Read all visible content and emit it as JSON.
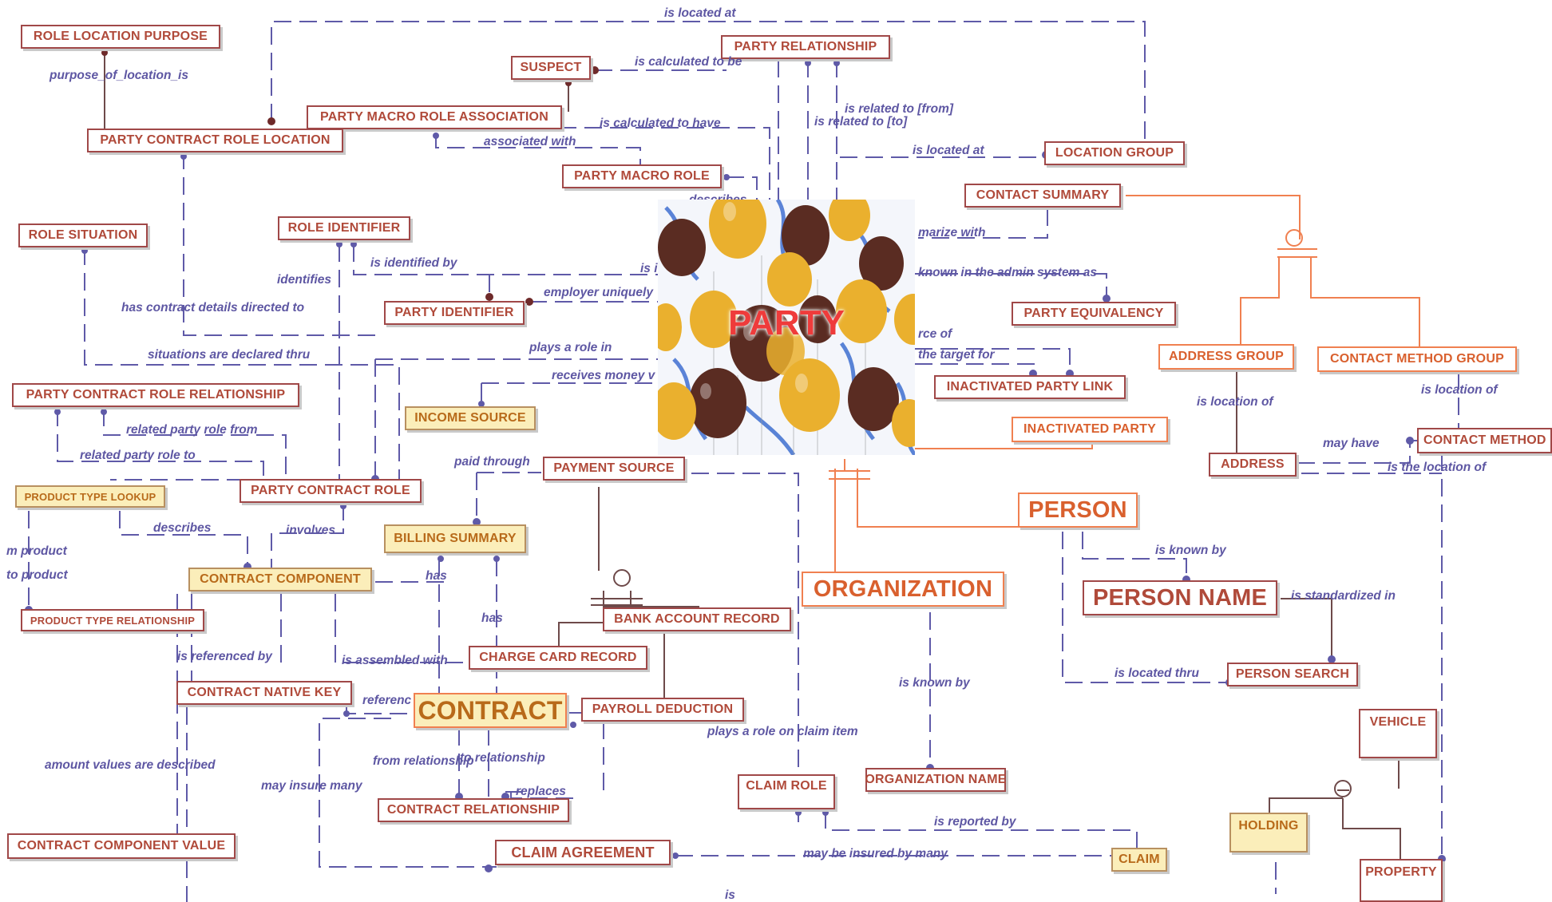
{
  "diagram": {
    "center_title": "PARTY",
    "entities": {
      "role_location_purpose": "ROLE LOCATION PURPOSE",
      "suspect": "SUSPECT",
      "party_relationship": "PARTY RELATIONSHIP",
      "party_macro_role_association": "PARTY MACRO ROLE ASSOCIATION",
      "party_contract_role_location": "PARTY CONTRACT ROLE LOCATION",
      "location_group": "LOCATION GROUP",
      "party_macro_role": "PARTY MACRO ROLE",
      "contact_summary": "CONTACT SUMMARY",
      "role_situation": "ROLE SITUATION",
      "role_identifier": "ROLE IDENTIFIER",
      "party_identifier": "PARTY IDENTIFIER",
      "party_equivalency": "PARTY EQUIVALENCY",
      "address_group": "ADDRESS GROUP",
      "contact_method_group": "CONTACT METHOD GROUP",
      "inactivated_party_link": "INACTIVATED PARTY LINK",
      "party_contract_role_relationship": "PARTY CONTRACT ROLE RELATIONSHIP",
      "income_source": "INCOME SOURCE",
      "inactivated_party": "INACTIVATED PARTY",
      "contact_method": "CONTACT METHOD",
      "address": "ADDRESS",
      "payment_source": "PAYMENT SOURCE",
      "party_contract_role": "PARTY CONTRACT ROLE",
      "product_type_lookup": "PRODUCT TYPE LOOKUP",
      "person": "PERSON",
      "billing_summary": "BILLING SUMMARY",
      "contract_component": "CONTRACT COMPONENT",
      "organization": "ORGANIZATION",
      "person_name": "PERSON NAME",
      "product_type_relationship": "PRODUCT TYPE RELATIONSHIP",
      "bank_account_record": "BANK ACCOUNT RECORD",
      "charge_card_record": "CHARGE CARD RECORD",
      "contract_native_key": "CONTRACT NATIVE KEY",
      "person_search": "PERSON SEARCH",
      "contract": "CONTRACT",
      "payroll_deduction": "PAYROLL DEDUCTION",
      "vehicle": "VEHICLE",
      "organization_name": "ORGANIZATION NAME",
      "claim_role": "CLAIM ROLE",
      "holding": "HOLDING",
      "contract_relationship": "CONTRACT RELATIONSHIP",
      "contract_component_value": "CONTRACT COMPONENT VALUE",
      "claim_agreement": "CLAIM AGREEMENT",
      "claim": "CLAIM",
      "property": "PROPERTY"
    },
    "relationships": {
      "is_located_at_top": "is located at",
      "purpose_of_location_is": "purpose_of_location_is",
      "is_calculated_to_be": "is calculated to be",
      "is_related_to_from": "is related to [from]",
      "is_related_to_to": "is related to [to]",
      "is_calculated_to_have": "is calculated to have",
      "associated_with": "associated with",
      "is_located_at_group": "is located at",
      "describes_top": "describes",
      "summarize_with": "marize with",
      "identifies": "identifies",
      "is_identified_by": "is identified by",
      "is_i": "is i",
      "known_in_admin": "known in the admin system as",
      "has_contract_details": "has contract details directed to",
      "employer_uniquely": "employer uniquely",
      "source_of": "rce of",
      "the_target_for": "the target for",
      "situations_declared": "situations are declared thru",
      "plays_a_role_in": "plays a role in",
      "receives_money": "receives money v",
      "is_location_of": "is location of",
      "is_location_of_2": "is location of",
      "may_have": "may have",
      "is_the_location_of": "is the location of",
      "related_party_role_from": "related party role from",
      "related_party_role_to": "related party role to",
      "paid_through": "paid through",
      "describes": "describes",
      "involves": "involves",
      "m_product": "m product",
      "to_product": "to product",
      "has": "has",
      "is_known_by": "is known by",
      "is_standardized_in": "is standardized in",
      "has_2": "has",
      "is_referenced_by": "is referenced by",
      "is_assembled_with": "is assembled with",
      "is_known_by_org": "is known by",
      "is_located_thru": "is located thru",
      "referenc": "referenc",
      "plays_a_role_on_claim_item": "plays a role on claim item",
      "amount_values": "amount values  are described",
      "from_relationship": "from relationship",
      "to_relationship": "to relationship",
      "may_insure_many": "may insure many",
      "replaces": "replaces",
      "is_reported_by": "is reported by",
      "may_be_insured_by_many": "may be insured by many",
      "is": "is"
    },
    "colors": {
      "entity_border": "#a04848",
      "entity_text": "#b04a3a",
      "reference_entity_fill": "#fbeeba",
      "subtype_line": "#f08050",
      "relationship_line": "#5f5aa8",
      "title_red": "#ef3b3b"
    }
  }
}
